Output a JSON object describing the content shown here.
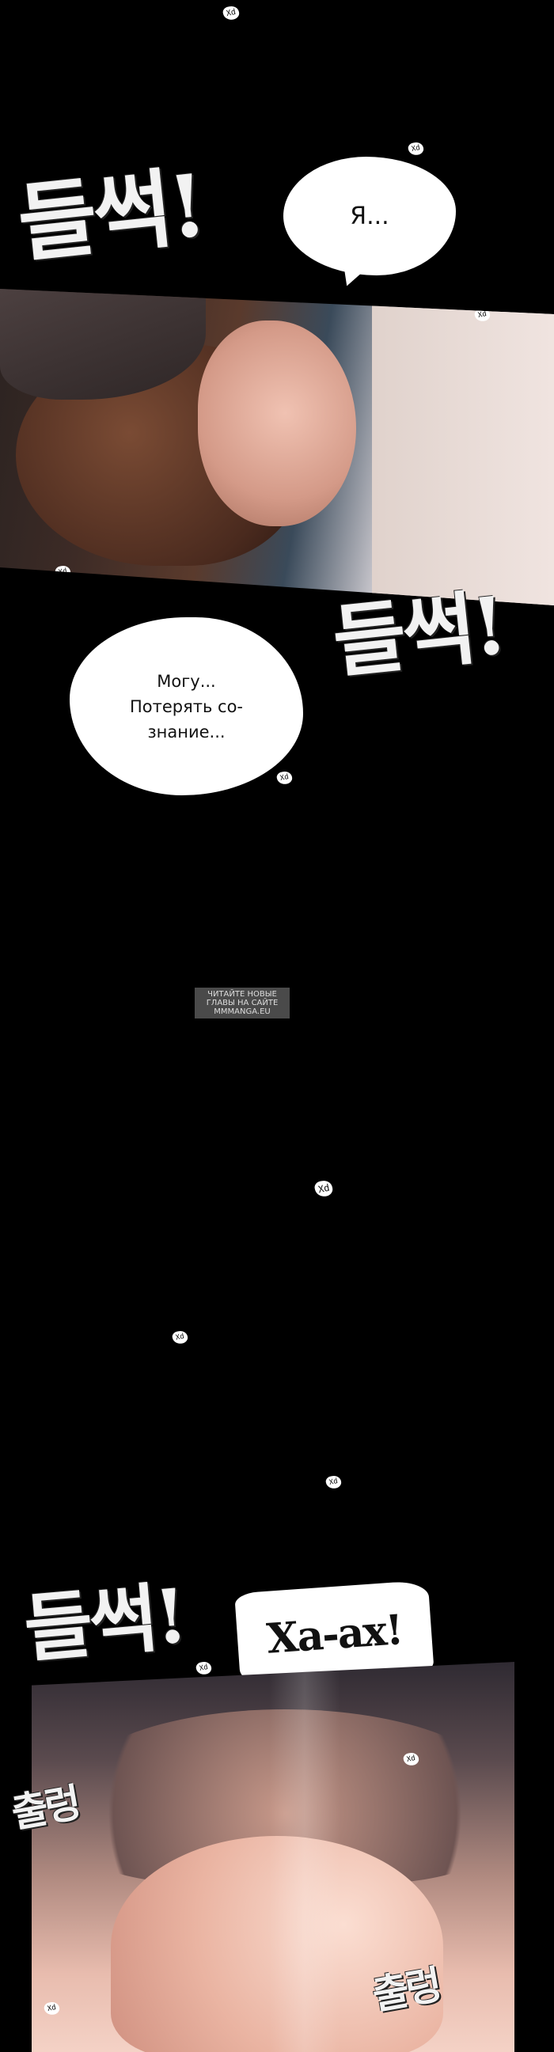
{
  "bubbles": {
    "bubble_1": "Я...",
    "bubble_2_line1": "Могу...",
    "bubble_2_line2": "Потерять со-",
    "bubble_2_line3": "знание..."
  },
  "sfx": {
    "top_left": "들썩!",
    "middle_right": "들썩!",
    "bottom_left": "들썩!",
    "moan": "Ха-ах!",
    "bottom_left_small": "출렁",
    "bottom_right_small": "출렁"
  },
  "watermark": {
    "line1": "ЧИТАЙТЕ НОВЫЕ",
    "line2": "ГЛАВЫ НА САЙТЕ",
    "line3": "MMMANGA.EU"
  },
  "tags": {
    "xd": "Xd"
  },
  "colors": {
    "background": "#000000",
    "bubble": "#ffffff",
    "skin": "#d9a28e",
    "hair": "#5a3424"
  }
}
